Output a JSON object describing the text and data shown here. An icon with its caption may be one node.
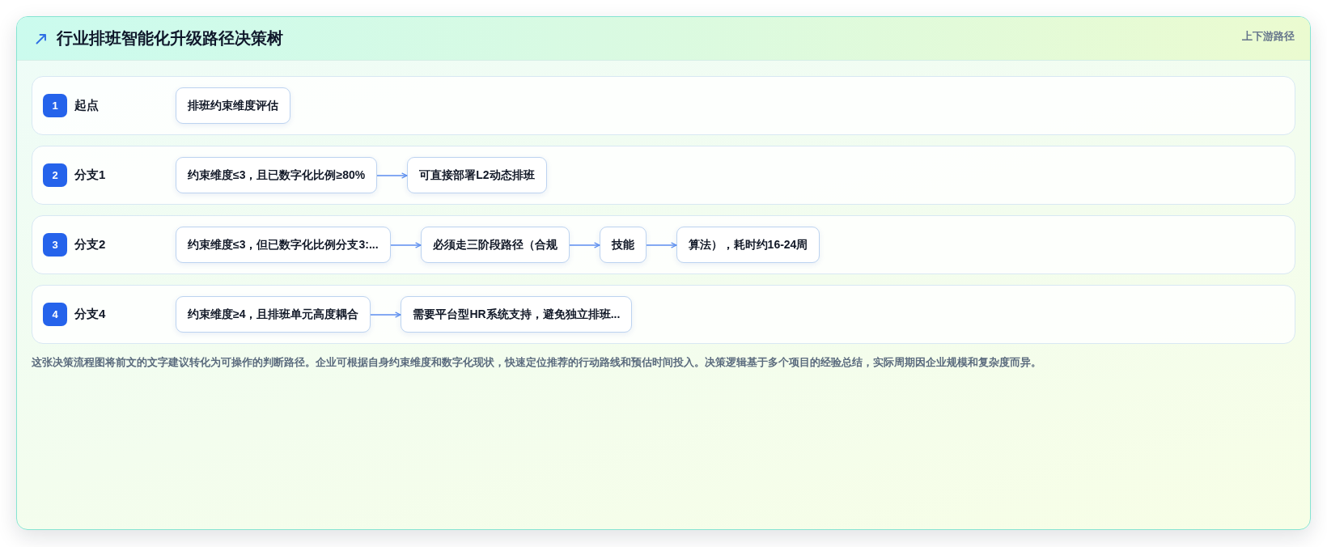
{
  "diagram": {
    "title": "行业排班智能化升级路径决策树",
    "caption": "这张决策流程图将前文的文字建议转化为可操作的判断路径。企业可根据自身约束维度和数字化现状，快速定位推荐的行动路线和预估时间投入。决策逻辑基于多个项目的经验总结，实际周期因企业规模和复杂度而异。",
    "nodes": [
      {
        "text": [
          "起点"
        ]
      },
      {
        "text": [
          "1"
        ],
        "in": 0
      },
      {
        "text": [
          "排班约束维度评估"
        ],
        "in": 0
      },
      {
        "text": [
          "分支1"
        ]
      },
      {
        "text": [
          "2"
        ],
        "in": 3
      },
      {
        "text": [
          "约束维度≤3，且已数字化比例≥80%"
        ],
        "in": 3
      },
      {
        "text": [
          "可直接部署L2动态排班"
        ],
        "in": 3
      },
      {
        "text": [
          "分支2"
        ]
      },
      {
        "text": [
          "3"
        ],
        "in": 7
      },
      {
        "text": [
          "约束维度≤3，但已数字化比例分支3:..."
        ],
        "in": 7
      },
      {
        "text": [
          "必须走三阶段路径（合规"
        ],
        "in": 7
      },
      {
        "text": [
          "技能"
        ],
        "in": 7
      },
      {
        "text": [
          "算法），耗时约16-24周"
        ],
        "in": 7
      },
      {
        "text": [
          "分支4"
        ]
      },
      {
        "text": [
          "4"
        ],
        "in": 13
      },
      {
        "text": [
          "约束维度≥4，且排班单元高度耦合"
        ],
        "in": 13
      },
      {
        "text": [
          "需要平台型HR系统支持，避免独立排班..."
        ],
        "in": 13
      }
    ],
    "edges": [
      {
        "from": 5,
        "to": 6,
        "arrow": "to"
      },
      {
        "from": 9,
        "to": 10,
        "arrow": "to"
      },
      {
        "from": 10,
        "to": 11,
        "arrow": "to"
      },
      {
        "from": 11,
        "to": 12,
        "arrow": "to"
      },
      {
        "from": 15,
        "to": 16,
        "arrow": "to"
      }
    ],
    "labels": [
      "上下游路径"
    ]
  }
}
